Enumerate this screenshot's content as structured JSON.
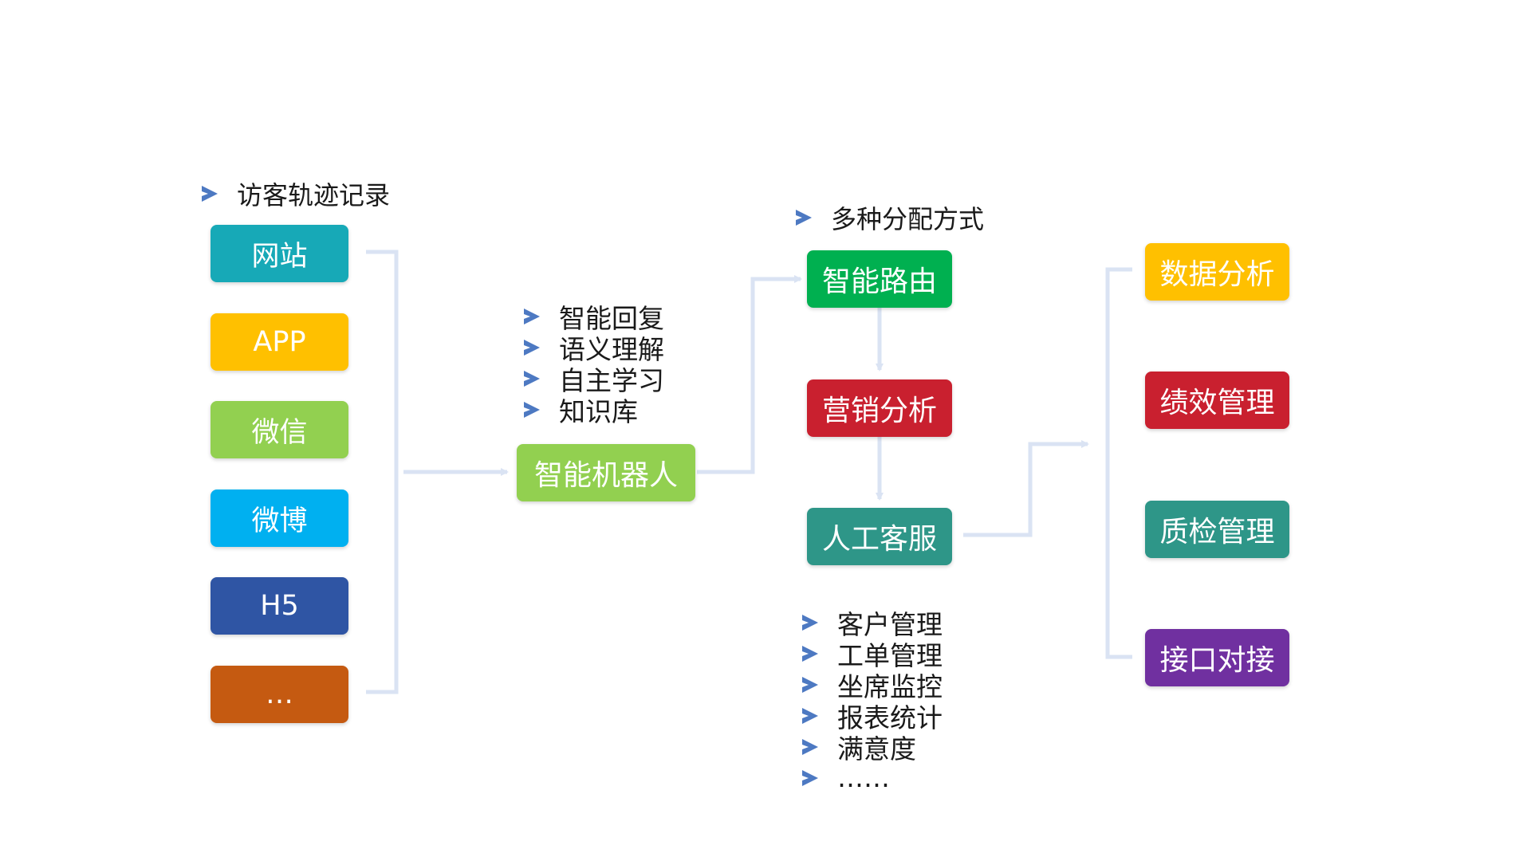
{
  "headers": {
    "visitor_track": "访客轨迹记录",
    "distribution": "多种分配方式"
  },
  "sources": [
    {
      "label": "网站",
      "color": "#17a9b7"
    },
    {
      "label": "APP",
      "color": "#ffc000"
    },
    {
      "label": "微信",
      "color": "#92d050"
    },
    {
      "label": "微博",
      "color": "#00b0f0"
    },
    {
      "label": "H5",
      "color": "#2f55a4"
    },
    {
      "label": "…",
      "color": "#c55a11"
    }
  ],
  "robot": {
    "label": "智能机器人",
    "color": "#92d050",
    "features": [
      "智能回复",
      "语义理解",
      "自主学习",
      "知识库"
    ]
  },
  "routing": [
    {
      "label": "智能路由",
      "color": "#00b050"
    },
    {
      "label": "营销分析",
      "color": "#c9202f"
    },
    {
      "label": "人工客服",
      "color": "#2e9688"
    }
  ],
  "agent_features": [
    "客户管理",
    "工单管理",
    "坐席监控",
    "报表统计",
    "满意度",
    "……"
  ],
  "outputs": [
    {
      "label": "数据分析",
      "color": "#ffc000"
    },
    {
      "label": "绩效管理",
      "color": "#c9202f"
    },
    {
      "label": "质检管理",
      "color": "#2e9688"
    },
    {
      "label": "接口对接",
      "color": "#7030a0"
    }
  ],
  "colors": {
    "connector": "#dae3f3",
    "bullet_arrow": "#4d79c2",
    "text": "#1a1a1a"
  }
}
